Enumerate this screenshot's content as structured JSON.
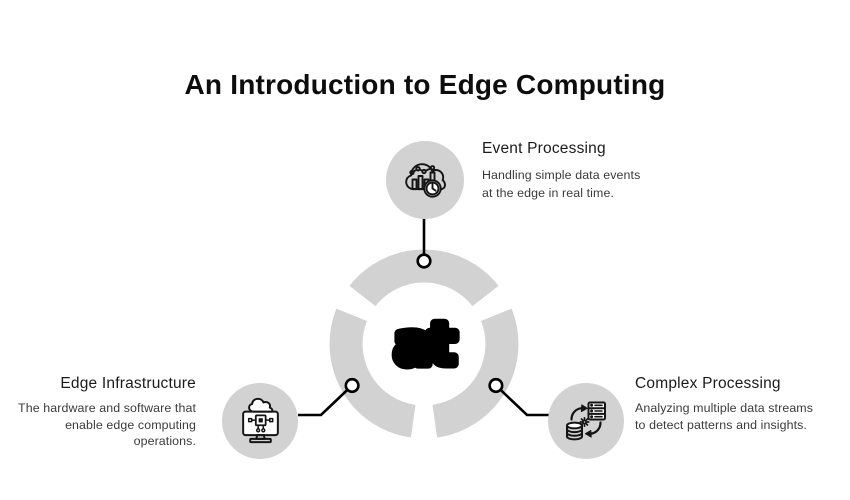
{
  "title": "An Introduction to Edge Computing",
  "brand": {
    "logo_text": "at"
  },
  "colors": {
    "background": "#ffffff",
    "ring": "#d2d2d2",
    "node_circle": "#d2d2d2",
    "connector": "#000000",
    "anchor_fill": "#ffffff",
    "anchor_stroke": "#000000",
    "title_text": "#0d0d0d",
    "heading_text": "#1b1b1b",
    "body_text": "#3b3b3b",
    "icon_stroke": "#141414",
    "logo": "#000000"
  },
  "nodes": [
    {
      "id": "event-processing",
      "title": "Event Processing",
      "description": "Handling simple data events\nat the edge in real time.",
      "icon": "realtime-analytics-icon",
      "position": "top"
    },
    {
      "id": "edge-infrastructure",
      "title": "Edge Infrastructure",
      "description": "The hardware and software that\nenable edge computing\noperations.",
      "icon": "edge-device-icon",
      "position": "bottom-left"
    },
    {
      "id": "complex-processing",
      "title": "Complex Processing",
      "description": "Analyzing multiple data streams\nto detect patterns and insights.",
      "icon": "data-sync-icon",
      "position": "bottom-right"
    }
  ]
}
